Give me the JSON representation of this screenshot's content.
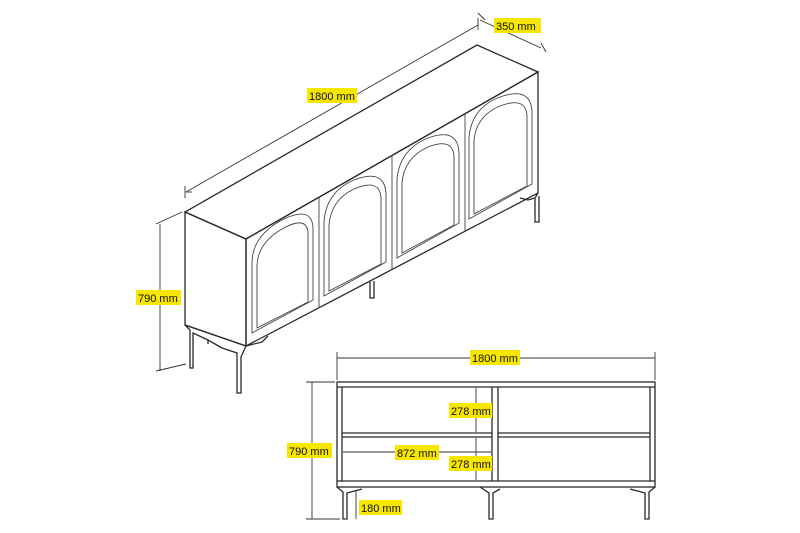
{
  "iso_view": {
    "width_label": "1800 mm",
    "depth_label": "350 mm",
    "height_label": "790 mm"
  },
  "front_view": {
    "width_label": "1800 mm",
    "height_label": "790 mm",
    "shelf_upper_label": "278 mm",
    "shelf_lower_label": "278 mm",
    "inner_width_label": "872 mm",
    "leg_label": "180 mm"
  },
  "colors": {
    "label_highlight": "#f6e600",
    "line": "#2a2a2a"
  }
}
